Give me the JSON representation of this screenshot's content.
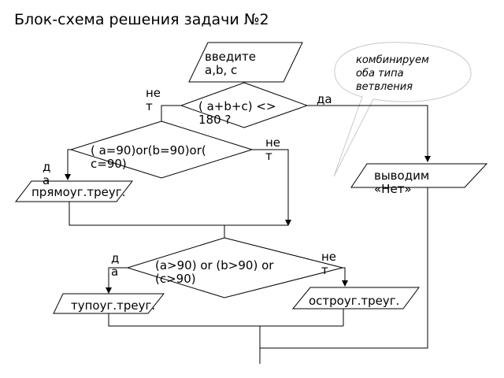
{
  "title": "Блок-схема решения задачи №2",
  "blocks": {
    "input": "введите a,b, c",
    "decision1": "( a+b+c) <> 180 ?",
    "decision2": "( a=90)or(b=90)or( c=90)",
    "decision3": "(a>90) or (b>90) or (c>90)",
    "out_right_triangle": "прямоуг.треуг.",
    "out_no": "выводим «Нет»",
    "out_obtuse": "тупоуг.треуг.",
    "out_acute": "остроуг.треуг."
  },
  "labels": {
    "d1_no": "не т",
    "d1_yes": "да",
    "d2_no": "не т",
    "d2_yes": "д а",
    "d3_yes": "д а",
    "d3_no": "не т"
  },
  "note": "комбинируем оба типа ветвления",
  "colors": {
    "line": "#000000",
    "callout_border": "#c8c8c8",
    "background": "#ffffff"
  }
}
